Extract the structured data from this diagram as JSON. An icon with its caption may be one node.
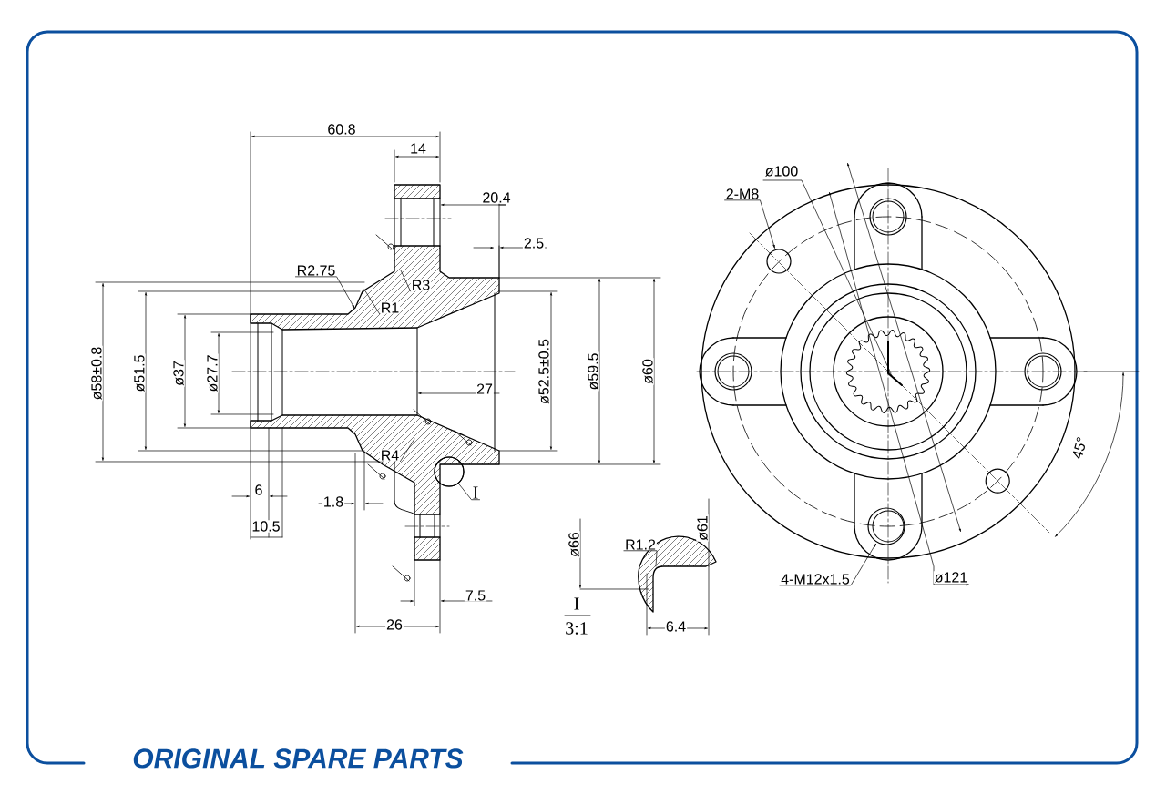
{
  "diagram": {
    "nodes": [
      {
        "text": [
          "R2.75"
        ]
      },
      {
        "text": [
          "R1"
        ]
      },
      {
        "text": [
          "R3"
        ]
      },
      {
        "text": [
          "R4"
        ]
      },
      {
        "text": [
          "R1.2"
        ]
      },
      {
        "text": [
          "2-M8"
        ]
      },
      {
        "text": [
          "4-M12x1.5"
        ]
      },
      {
        "text": [],
        "shape": "circle"
      },
      {
        "text": [],
        "shape": "circle"
      },
      {
        "text": [
          "I"
        ]
      },
      {
        "text": [],
        "shape": "circle"
      }
    ],
    "edges": [
      {
        "from": 0,
        "to": null,
        "arrow": "to"
      },
      {
        "from": 1,
        "to": null,
        "arrow": "none"
      },
      {
        "from": 2,
        "to": null,
        "arrow": "none"
      },
      {
        "from": 3,
        "to": null,
        "arrow": "none"
      },
      {
        "from": 4,
        "to": null,
        "arrow": "none"
      },
      {
        "from": 5,
        "to": 7,
        "arrow": "to"
      },
      {
        "from": 6,
        "to": 8,
        "arrow": "to"
      },
      {
        "from": 9,
        "to": 10,
        "arrow": "none"
      }
    ],
    "labels": [
      "60.8",
      "14",
      "20.4",
      "2.5",
      "ø58±0.8",
      "ø51.5",
      "ø37",
      "ø27.7",
      "27",
      "ø52.5±0.5",
      "ø59.5",
      "ø60",
      "6",
      "10.5",
      "1.8",
      "7.5",
      "26",
      "ø66",
      "ø61",
      "6.4",
      "I",
      "3:1",
      "ø100",
      "ø121",
      "45°",
      "ORIGINAL SPARE PARTS"
    ]
  }
}
